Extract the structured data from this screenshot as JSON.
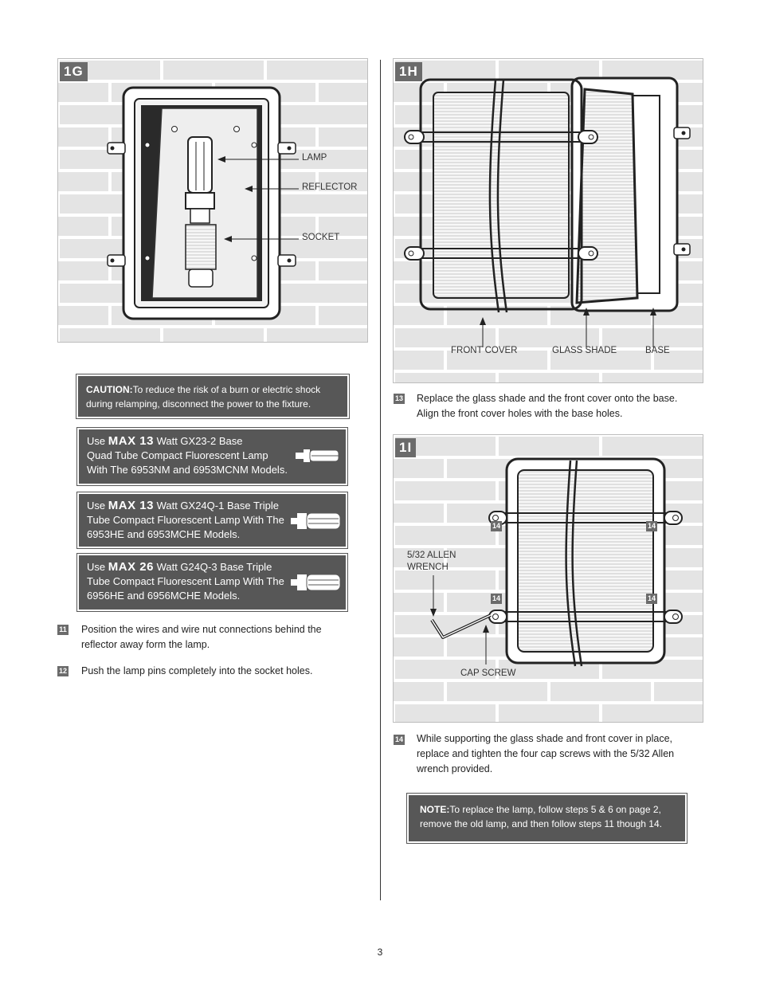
{
  "panels": {
    "g": {
      "badge": "1G",
      "callouts": {
        "lamp": "LAMP",
        "reflector": "REFLECTOR",
        "socket": "SOCKET"
      }
    },
    "h": {
      "badge": "1H",
      "callouts": {
        "front_cover": "FRONT COVER",
        "glass_shade": "GLASS SHADE",
        "base": "BASE"
      }
    },
    "i": {
      "badge": "1I",
      "callouts": {
        "allen_line1": "5/32 ALLEN",
        "allen_line2": "WRENCH",
        "cap_screw": "CAP SCREW"
      },
      "screw_tag": "14"
    }
  },
  "caution": {
    "label": "CAUTION:",
    "text": "To reduce the risk of a burn or electric shock during relamping, disconnect the power to the fixture."
  },
  "lamp_specs": [
    {
      "use": "Use",
      "max": "MAX 13",
      "line1": "Watt GX23-2 Base",
      "line2": "Quad Tube Compact Fluorescent Lamp",
      "line3": "With The 6953NM and 6953MCNM Models.",
      "icon": "quad-tube-lamp-icon"
    },
    {
      "use": "Use",
      "max": "MAX 13",
      "line1": "Watt GX24Q-1 Base Triple",
      "line2": "Tube Compact Fluorescent Lamp With The",
      "line3": "6953HE and 6953MCHE Models.",
      "icon": "triple-tube-lamp-icon"
    },
    {
      "use": "Use",
      "max": "MAX 26",
      "line1": "Watt G24Q-3 Base Triple",
      "line2": "Tube Compact Fluorescent Lamp With The",
      "line3": "6956HE and 6956MCHE Models.",
      "icon": "triple-tube-lamp-icon"
    }
  ],
  "steps": [
    {
      "num": "11",
      "text1": "Position the wires and wire nut connections behind the",
      "text2": "reflector away form the lamp."
    },
    {
      "num": "12",
      "text1": "Push the lamp pins completely into the socket holes.",
      "text2": ""
    },
    {
      "num": "13",
      "text1": "Replace the glass shade and the front cover onto the base.",
      "text2": "Align the front cover holes with the base holes."
    },
    {
      "num": "14",
      "text1": "While supporting the glass shade and front cover in place,",
      "text2": "replace and tighten the four cap screws with the 5/32 Allen",
      "text3": "wrench provided."
    }
  ],
  "note": {
    "label": "NOTE:",
    "text1": "To replace the lamp, follow steps 5 & 6 on page 2,",
    "text2": "remove the old lamp, and then follow steps 11 though 14."
  },
  "page_number": "3",
  "colors": {
    "box_bg": "#575757",
    "badge_bg": "#6b6b6b",
    "panel_bg": "#efefef"
  }
}
